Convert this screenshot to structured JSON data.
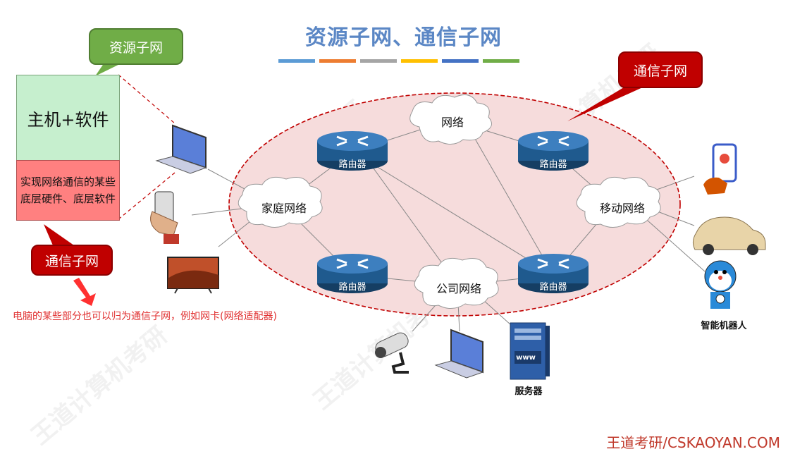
{
  "title": "资源子网、通信子网",
  "title_bar_colors": [
    "#5b9bd5",
    "#ed7d31",
    "#a5a5a5",
    "#ffc000",
    "#4472c4",
    "#70ad47"
  ],
  "callouts": {
    "resource_subnet": "资源子网",
    "comm_subnet_right": "通信子网",
    "comm_subnet_left": "通信子网"
  },
  "host_box": {
    "main": "主机+软件",
    "sub": "实现网络通信的某些底层硬件、底层软件"
  },
  "note": "电脑的某些部分也可以归为通信子网，例如网卡(网络适配器)",
  "clouds": {
    "network": "网络",
    "home": "家庭网络",
    "mobile": "移动网络",
    "company": "公司网络"
  },
  "router_label": "路由器",
  "device_labels": {
    "robot": "智能机器人",
    "server": "服务器",
    "www": "www"
  },
  "footer": "王道考研/CSKAOYAN.COM",
  "watermark": "王道计算机考研",
  "colors": {
    "green": "#70ad47",
    "red": "#c00000",
    "ellipse_fill": "#f6dcdc",
    "ellipse_stroke": "#c00000",
    "router": "#1f4e79"
  }
}
